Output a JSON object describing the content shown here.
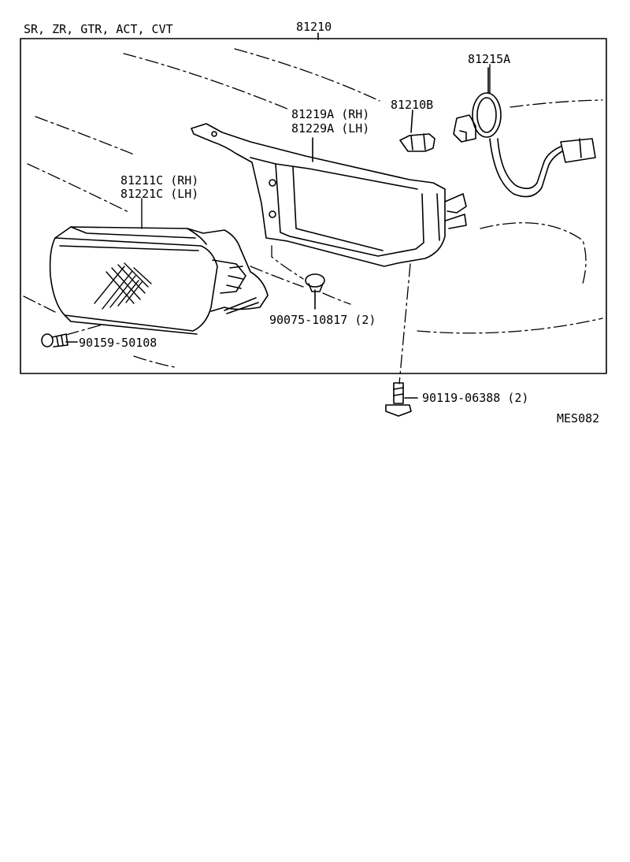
{
  "header": {
    "variants": "SR, ZR, GTR, ACT, CVT",
    "assembly_number": "81210"
  },
  "parts": {
    "socket": "81215A",
    "bulb": "81210B",
    "bracket_rh": "81219A (RH)",
    "bracket_lh": "81229A (LH)",
    "lamp_unit_rh": "81211C (RH)",
    "lamp_unit_lh": "81221C (LH)",
    "clip": "90075-10817 (2)",
    "lamp_screw": "90159-50108",
    "bracket_bolt": "90119-06388 (2)"
  },
  "figure_code": "MES082"
}
